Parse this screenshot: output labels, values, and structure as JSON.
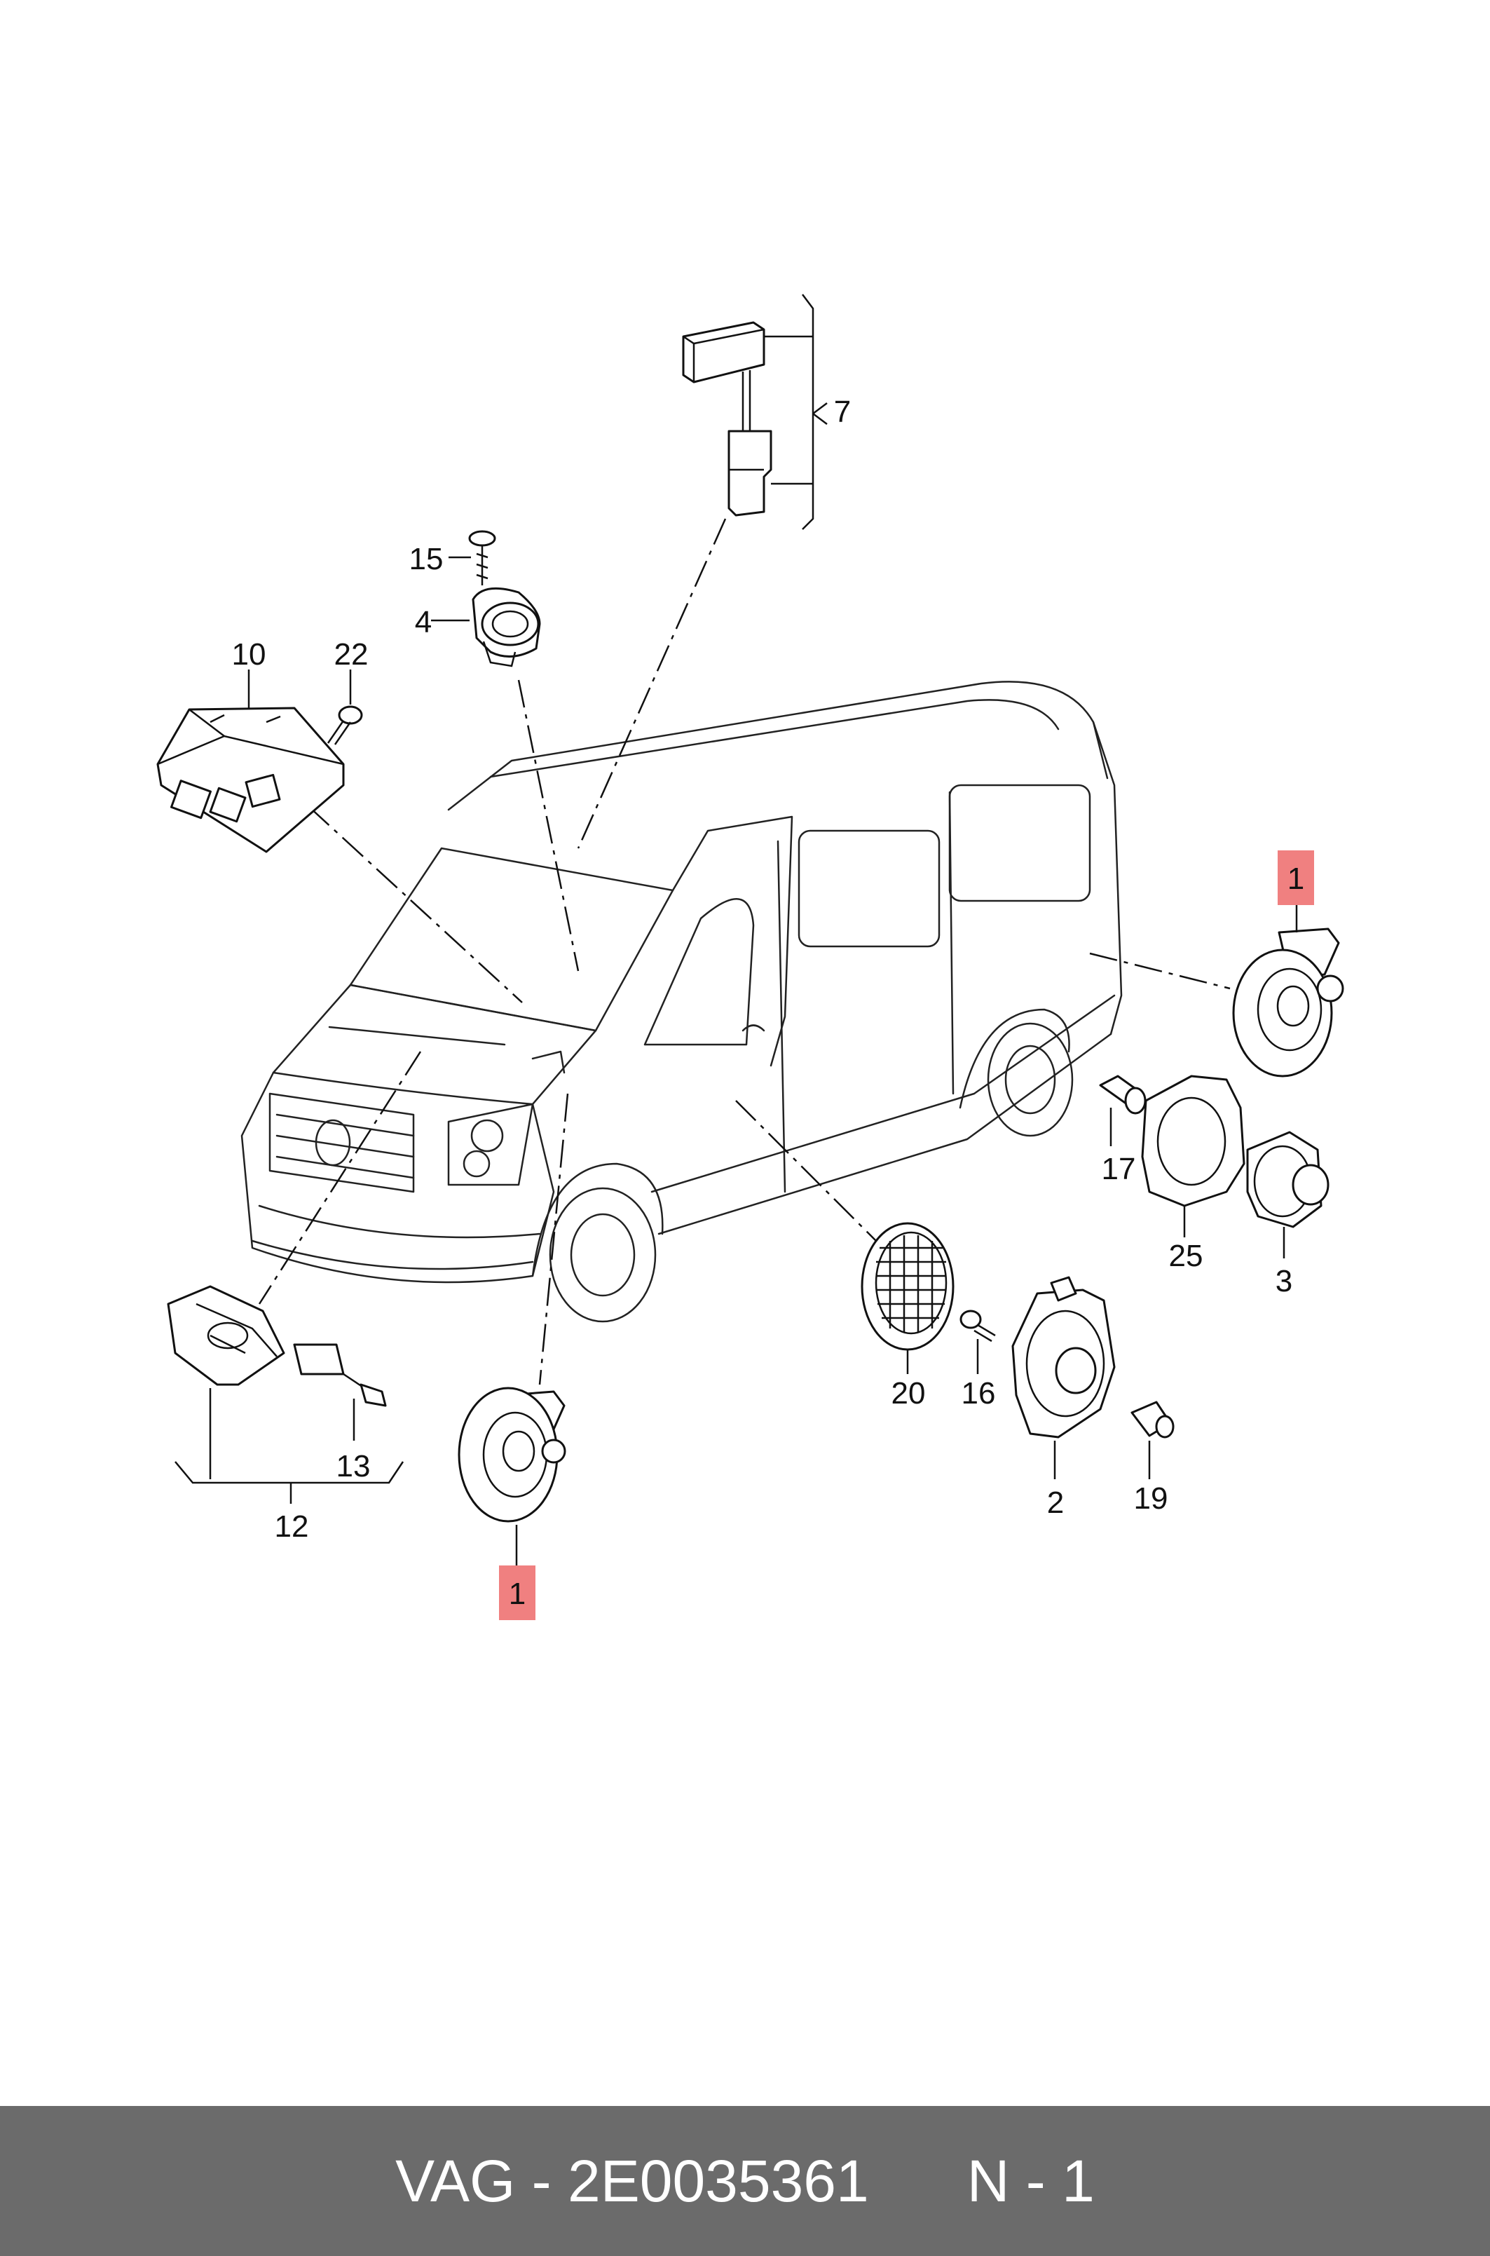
{
  "diagram": {
    "labels": {
      "p1_top": "1",
      "p1_bottom": "1",
      "p2": "2",
      "p3": "3",
      "p4": "4",
      "p7": "7",
      "p10": "10",
      "p12": "12",
      "p13": "13",
      "p15": "15",
      "p16": "16",
      "p17": "17",
      "p19": "19",
      "p20": "20",
      "p22": "22",
      "p25": "25"
    },
    "highlight_color": "#f08080"
  },
  "footer": {
    "part_text": "VAG - 2E0035361",
    "qty_text": "N - 1"
  }
}
